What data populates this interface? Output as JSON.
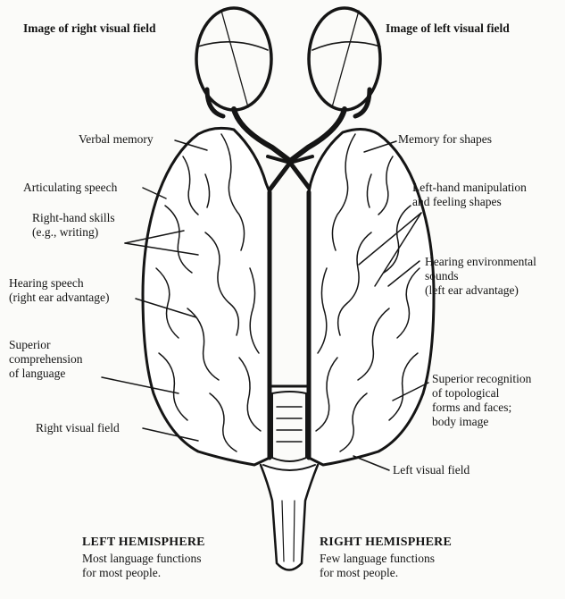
{
  "top_labels": {
    "right_visual_field_image": "Image of right visual field",
    "left_visual_field_image": "Image of left visual field"
  },
  "left_labels": {
    "verbal_memory": "Verbal memory",
    "articulating_speech": "Articulating speech",
    "right_hand_skills": "Right-hand skills\n(e.g., writing)",
    "hearing_speech": "Hearing speech\n(right ear advantage)",
    "superior_comprehension": "Superior\ncomprehension\nof language",
    "right_visual_field": "Right visual field"
  },
  "right_labels": {
    "memory_for_shapes": "Memory for shapes",
    "left_hand_manipulation": "Left-hand manipulation\nand feeling shapes",
    "hearing_environmental": "Hearing environmental\nsounds\n(left ear advantage)",
    "superior_recognition": "Superior recognition\nof topological\nforms and faces;\nbody image",
    "left_visual_field": "Left visual field"
  },
  "hemispheres": {
    "left_title": "LEFT HEMISPHERE",
    "left_desc": "Most language functions\nfor most people.",
    "right_title": "RIGHT HEMISPHERE",
    "right_desc": "Few language functions\nfor most people."
  }
}
